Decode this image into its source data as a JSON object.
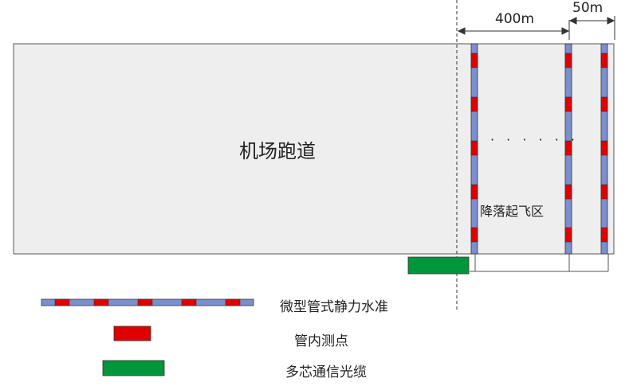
{
  "runway": {
    "label": "机场跑道"
  },
  "zone": {
    "label": "降落起飞区"
  },
  "dimensions": {
    "spacing_a": "400m",
    "spacing_b": "50m"
  },
  "ellipsis": "· · · · · ·",
  "legend": [
    {
      "key": "leveling",
      "label": "微型管式静力水准"
    },
    {
      "key": "measure_point",
      "label": "管内测点"
    },
    {
      "key": "fiber_cable",
      "label": "多芯通信光缆"
    }
  ],
  "colors": {
    "runway_fill": "#eeeeee",
    "tube_blue": "#7b8fcf",
    "point_red": "#e00000",
    "cable_green": "#00973b",
    "outline": "#555555"
  }
}
